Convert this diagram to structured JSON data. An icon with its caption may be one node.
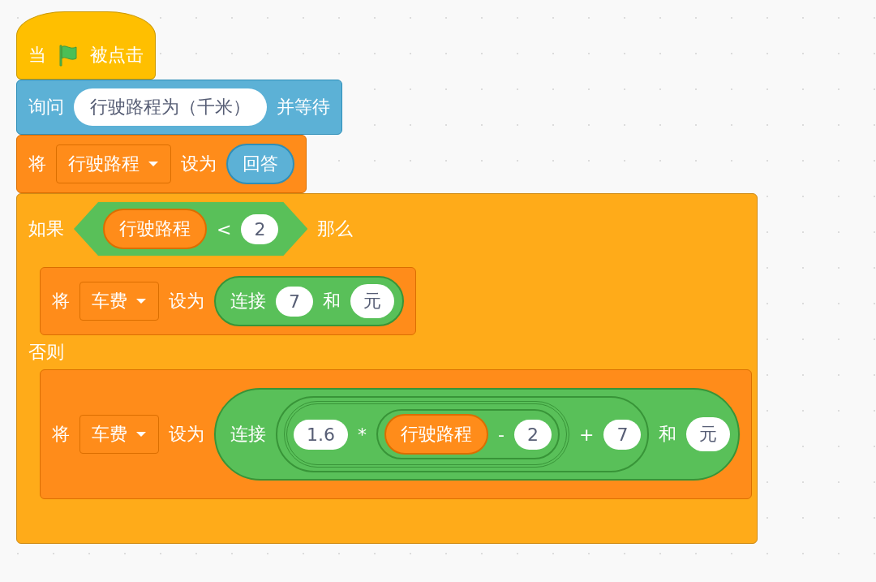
{
  "diagram": {
    "nodes": [
      {
        "text": [
          "当",
          "被点击"
        ]
      },
      {
        "text": [
          "询问",
          "并等待"
        ]
      },
      {
        "text": [
          "行驶路程为（千米）"
        ],
        "in": 1
      },
      {
        "text": [
          "将",
          "设为"
        ]
      },
      {
        "text": [
          "行驶路程"
        ],
        "in": 3
      },
      {
        "text": [
          "回答"
        ],
        "in": 3
      },
      {
        "text": [
          "如果",
          "那么",
          "否则"
        ]
      },
      {
        "text": [
          "<"
        ],
        "in": 6
      },
      {
        "text": [
          "行驶路程"
        ],
        "in": 7
      },
      {
        "text": [
          "2"
        ],
        "in": 7
      },
      {
        "text": [
          "将",
          "设为"
        ],
        "in": 6
      },
      {
        "text": [
          "车费"
        ],
        "in": 10
      },
      {
        "text": [
          "连接",
          "和"
        ],
        "in": 10
      },
      {
        "text": [
          "7"
        ],
        "in": 12
      },
      {
        "text": [
          "元"
        ],
        "in": 12
      },
      {
        "text": [
          "将",
          "设为"
        ],
        "in": 6
      },
      {
        "text": [
          "车费"
        ],
        "in": 15
      },
      {
        "text": [
          "连接",
          "和"
        ],
        "in": 15
      },
      {
        "text": [
          "+"
        ],
        "in": 17
      },
      {
        "text": [
          "*"
        ],
        "in": 18
      },
      {
        "text": [
          "1.6"
        ],
        "in": 19
      },
      {
        "text": [
          "-"
        ],
        "in": 19
      },
      {
        "text": [
          "行驶路程"
        ],
        "in": 21
      },
      {
        "text": [
          "2"
        ],
        "in": 21
      },
      {
        "text": [
          "7"
        ],
        "in": 18
      },
      {
        "text": [
          "元"
        ],
        "in": 17
      }
    ],
    "edges": []
  }
}
